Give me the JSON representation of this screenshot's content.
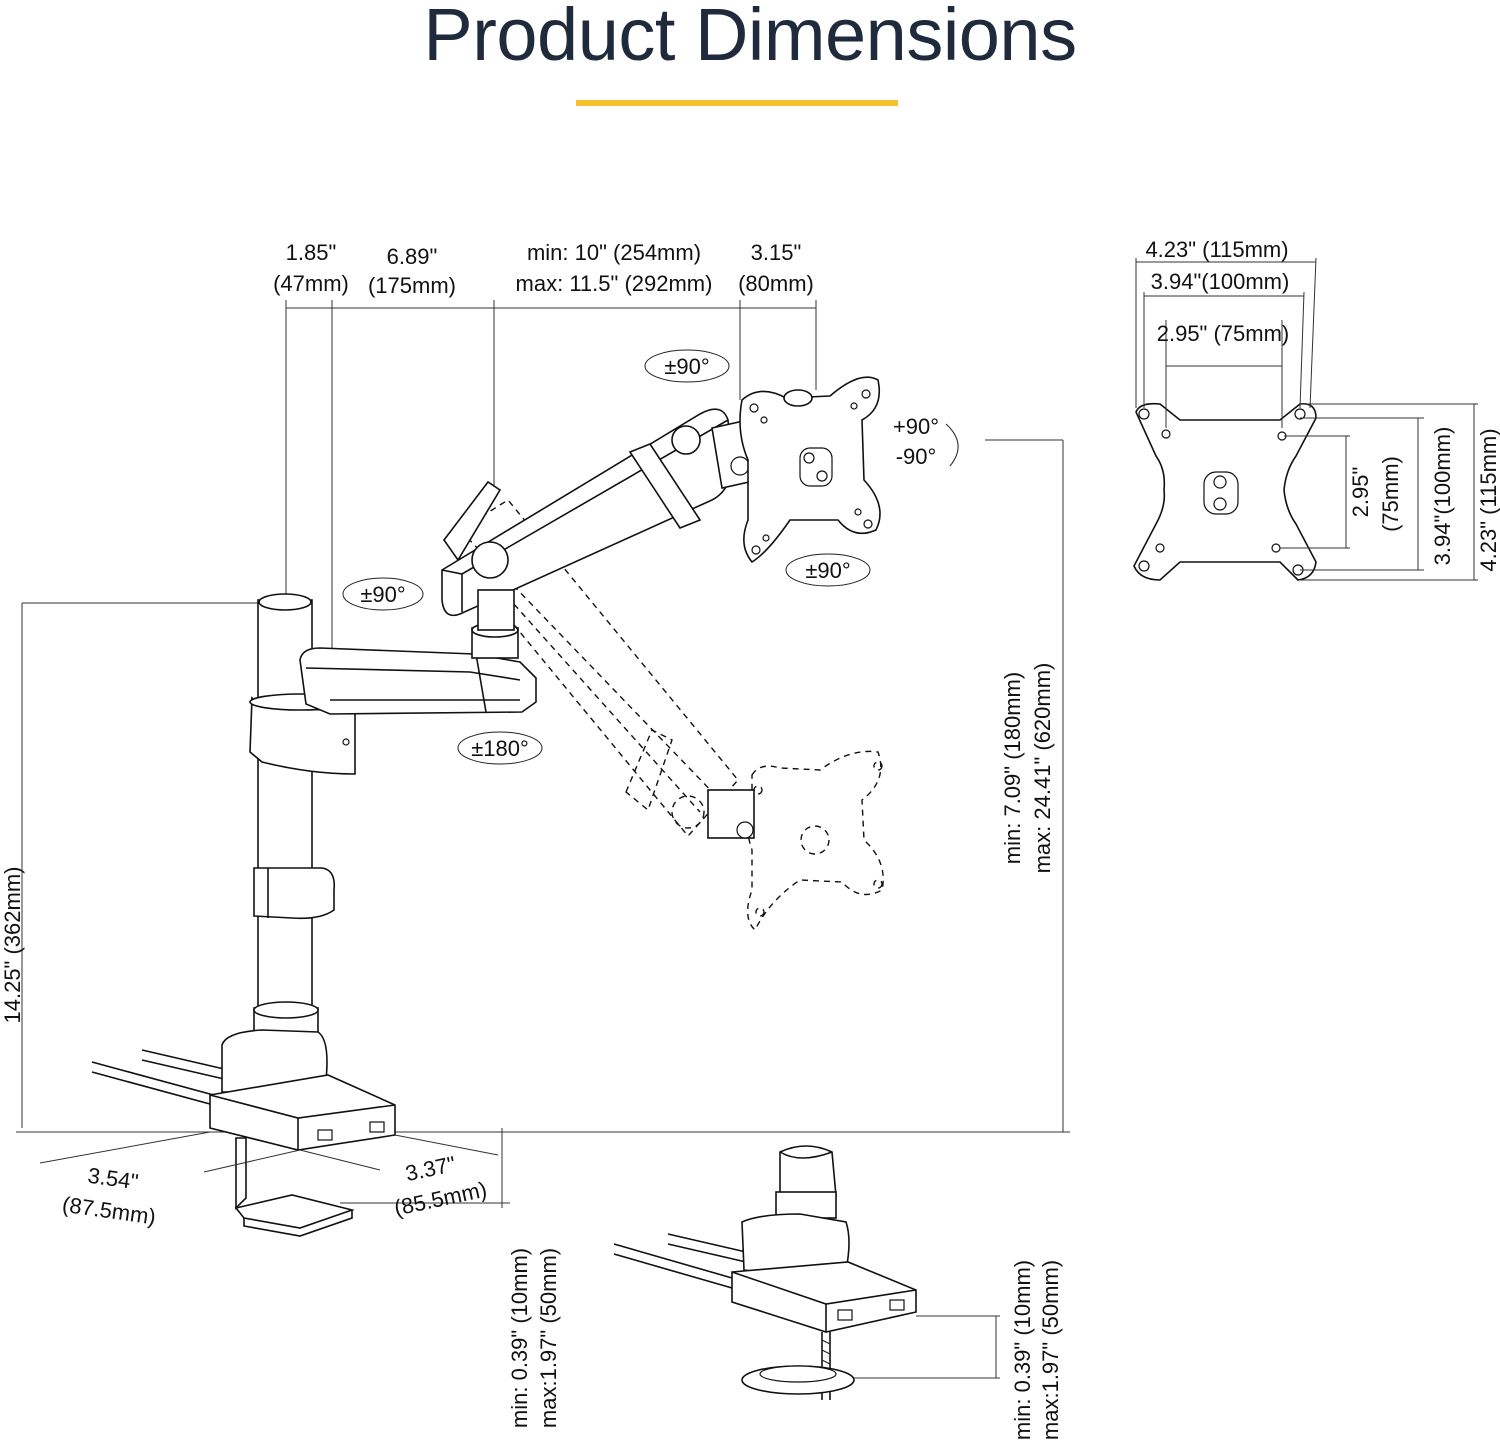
{
  "title": "Product Dimensions",
  "colors": {
    "accent": "#f5c12c",
    "title": "#1f2a3d",
    "line": "#111111"
  },
  "top_dims": {
    "d1": [
      "1.85\"",
      "(47mm)"
    ],
    "d2": [
      "6.89\"",
      "(175mm)"
    ],
    "d3": [
      "min: 10\" (254mm)",
      "max: 11.5\" (292mm)"
    ],
    "d4": [
      "3.15\"",
      "(80mm)"
    ]
  },
  "rotations": {
    "plate_top": "±90°",
    "plate_bottom": "±90°",
    "tilt_up": "+90°",
    "tilt_down": "-90°",
    "arm_joint": "±90°",
    "base_arm": "±180°"
  },
  "heights": {
    "pole": "14.25\" (362mm)",
    "reach_min": "min: 7.09\" (180mm)",
    "reach_max": "max: 24.41\" (620mm)"
  },
  "base_dims": {
    "left": [
      "3.54\"",
      "(87.5mm)"
    ],
    "right": [
      "3.37\"",
      "(85.5mm)"
    ]
  },
  "clamp": {
    "min": "min: 0.39\" (10mm)",
    "max": "max:1.97\" (50mm)"
  },
  "vesa": {
    "w115": "4.23\" (115mm)",
    "w100": "3.94\"(100mm)",
    "w75": "2.95\" (75mm)",
    "h75_a": "2.95\"",
    "h75_b": "(75mm)",
    "h100": "3.94\"(100mm)",
    "h115": "4.23\" (115mm)"
  }
}
